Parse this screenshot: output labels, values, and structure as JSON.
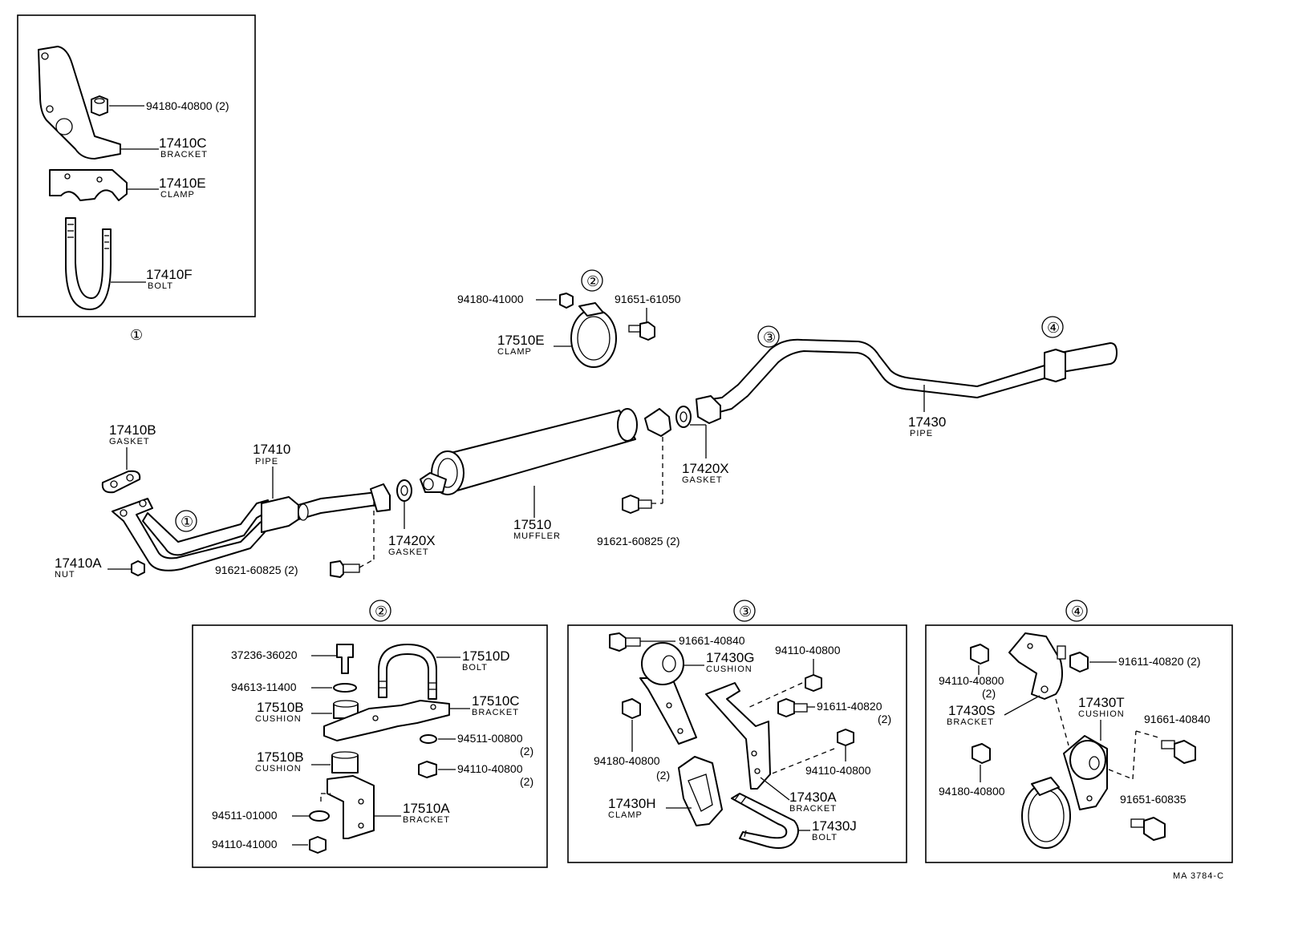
{
  "detail1": {
    "ref": "①",
    "nut": {
      "pn": "94180-40800 (2)"
    },
    "bracket": {
      "pn": "17410C",
      "name": "BRACKET"
    },
    "clamp": {
      "pn": "17410E",
      "name": "CLAMP"
    },
    "bolt": {
      "pn": "17410F",
      "name": "BOLT"
    }
  },
  "main": {
    "gasket_b": {
      "pn": "17410B",
      "name": "GASKET"
    },
    "pipe": {
      "pn": "17410",
      "name": "PIPE"
    },
    "ref1": "①",
    "nut_a": {
      "pn": "17410A",
      "name": "NUT"
    },
    "bolt_front": {
      "pn": "91621-60825 (2)"
    },
    "gasket_front": {
      "pn": "17420X",
      "name": "GASKET"
    },
    "muffler": {
      "pn": "17510",
      "name": "MUFFLER"
    },
    "bolt_rear": {
      "pn": "91621-60825 (2)"
    },
    "gasket_rear": {
      "pn": "17420X",
      "name": "GASKET"
    },
    "ref2": "②",
    "nut_top": {
      "pn": "94180-41000"
    },
    "bolt_top": {
      "pn": "91651-61050"
    },
    "clamp_e": {
      "pn": "17510E",
      "name": "CLAMP"
    },
    "ref3": "③",
    "tail_pipe": {
      "pn": "17430",
      "name": "PIPE"
    },
    "ref4": "④"
  },
  "detail2": {
    "ref": "②",
    "pin": {
      "pn": "37236-36020"
    },
    "washer": {
      "pn": "94613-11400"
    },
    "cushion_top": {
      "pn": "17510B",
      "name": "CUSHION"
    },
    "cushion_bottom": {
      "pn": "17510B",
      "name": "CUSHION"
    },
    "ubolt": {
      "pn": "17510D",
      "name": "BOLT"
    },
    "bracket_c": {
      "pn": "17510C",
      "name": "BRACKET"
    },
    "washer2": {
      "pn": "94511-00800",
      "qty": "(2)"
    },
    "nut2": {
      "pn": "94110-40800",
      "qty": "(2)"
    },
    "bracket_a": {
      "pn": "17510A",
      "name": "BRACKET"
    },
    "washer3": {
      "pn": "94511-01000"
    },
    "nut3": {
      "pn": "94110-41000"
    }
  },
  "detail3": {
    "ref": "③",
    "bolt1": {
      "pn": "91661-40840"
    },
    "cushion": {
      "pn": "17430G",
      "name": "CUSHION"
    },
    "nut1": {
      "pn": "94110-40800"
    },
    "bolt2": {
      "pn": "91611-40820",
      "qty": "(2)"
    },
    "nut2": {
      "pn": "94180-40800",
      "qty": "(2)"
    },
    "nut3": {
      "pn": "94110-40800"
    },
    "clamp": {
      "pn": "17430H",
      "name": "CLAMP"
    },
    "bracket": {
      "pn": "17430A",
      "name": "BRACKET"
    },
    "bolt": {
      "pn": "17430J",
      "name": "BOLT"
    }
  },
  "detail4": {
    "ref": "④",
    "nut1": {
      "pn": "94110-40800",
      "qty": "(2)"
    },
    "bolt1": {
      "pn": "91611-40820 (2)"
    },
    "bracket": {
      "pn": "17430S",
      "name": "BRACKET"
    },
    "cushion": {
      "pn": "17430T",
      "name": "CUSHION"
    },
    "bolt2": {
      "pn": "91661-40840"
    },
    "nut2": {
      "pn": "94180-40800"
    },
    "bolt3": {
      "pn": "91651-60835"
    }
  },
  "footer": {
    "code": "MA 3784-C"
  }
}
